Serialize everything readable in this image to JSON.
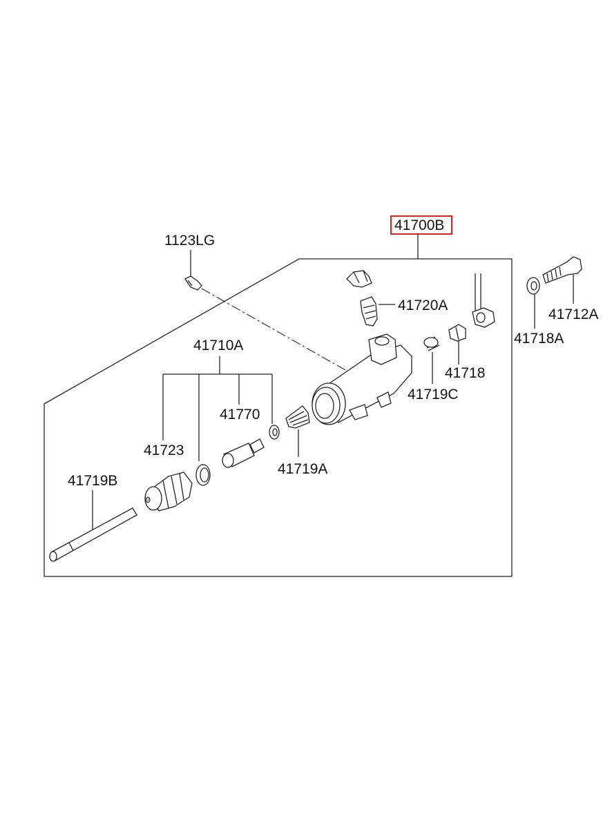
{
  "labels": {
    "l41700B": "41700B",
    "l1123LG": "1123LG",
    "l41720A": "41720A",
    "l41712A": "41712A",
    "l41718A": "41718A",
    "l41710A": "41710A",
    "l41718": "41718",
    "l41719C": "41719C",
    "l41770": "41770",
    "l41723": "41723",
    "l41719A": "41719A",
    "l41719B": "41719B"
  },
  "highlight_color": "#e0221f"
}
